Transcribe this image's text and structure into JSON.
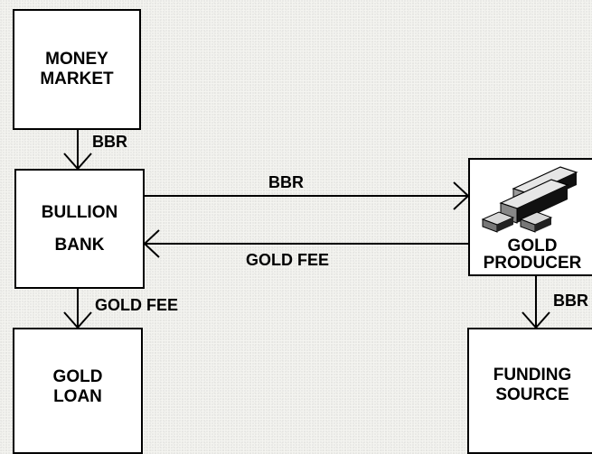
{
  "boxes": {
    "money_market": {
      "line1": "MONEY",
      "line2": "MARKET"
    },
    "bullion_bank": {
      "line1": "BULLION",
      "line2": "BANK"
    },
    "gold_loan": {
      "line1": "GOLD",
      "line2": "LOAN"
    },
    "gold_producer": {
      "line1": "GOLD",
      "line2": "PRODUCER"
    },
    "funding_source": {
      "line1": "FUNDING",
      "line2": "SOURCE"
    }
  },
  "arrows": {
    "money_to_bank": "BBR",
    "bank_to_producer": "BBR",
    "producer_to_bank": "GOLD FEE",
    "bank_to_loan": "GOLD FEE",
    "producer_to_funding": "BBR"
  },
  "icons": {
    "gold_bars": "gold-bars-icon"
  }
}
